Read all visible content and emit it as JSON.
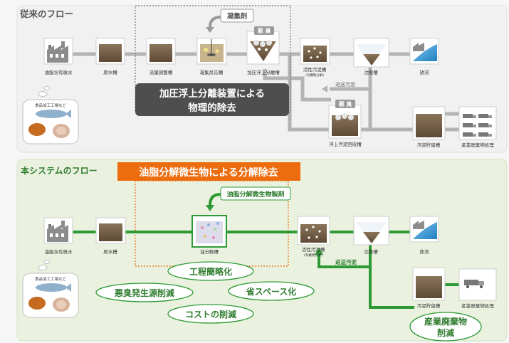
{
  "top": {
    "title": "従来のフロー",
    "flocculant": "凝集剤",
    "malodor_1": "悪 臭",
    "malodor_2": "悪 臭",
    "callout_line1": "加圧浮上分離装置による",
    "callout_line2": "物理的除去",
    "return_sludge": "返送汚泥",
    "labels": {
      "factory": "油脂含有廃水",
      "raw_tank": "原水槽",
      "flow_tank": "流量調整槽",
      "coag_tank": "凝集反応槽",
      "daf_tank": "加圧浮上分離槽",
      "activated": "活性汚泥槽",
      "activated_sub": "(有機物分解)",
      "settling": "沈殿槽",
      "discharge": "放流",
      "float_sludge": "浮上汚泥回収槽",
      "sludge_storage": "汚泥貯留槽",
      "industrial_waste": "産業廃棄物処理",
      "food_factory": "食品加工工場など"
    }
  },
  "bottom": {
    "title": "本システムのフロー",
    "banner": "油脂分解微生物による分解除去",
    "microbe_agent": "油脂分解微生物製剤",
    "return_sludge": "返送汚泥",
    "labels": {
      "factory": "油脂含有廃水",
      "raw_tank": "原水槽",
      "oil_tank": "油分解槽",
      "activated": "活性汚泥槽",
      "activated_sub": "(有機物分解)",
      "settling": "沈殿槽",
      "discharge": "放流",
      "sludge_storage": "汚泥貯留槽",
      "industrial_waste": "産業廃棄物処理",
      "food_factory": "食品加工工場など"
    },
    "benefits": {
      "simplified": "工程簡略化",
      "odor_reduction": "悪臭発生源削減",
      "space_saving": "省スペース化",
      "cost_reduction": "コストの削減",
      "waste_line1": "産業廃棄物",
      "waste_line2": "削減"
    }
  },
  "colors": {
    "top_bg": "#f4f4f4",
    "bottom_bg": "#eaf2df",
    "gray_pipe": "#b3b3b3",
    "green_pipe": "#2e9a35",
    "green_text": "#2f7d2f",
    "orange": "#ec6c0e",
    "dark_callout": "#4e4e4e",
    "sludge": "#6b5640"
  }
}
